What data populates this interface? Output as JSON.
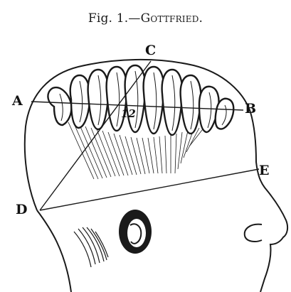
{
  "figure": {
    "caption_prefix": "Fig. 1.—",
    "caption_name": "Gottfried.",
    "points": {
      "a": "A",
      "b": "B",
      "c": "C",
      "d": "D",
      "e": "E"
    },
    "region_number": "12"
  },
  "colors": {
    "ink": "#1a1a1a",
    "paper": "#ffffff"
  }
}
